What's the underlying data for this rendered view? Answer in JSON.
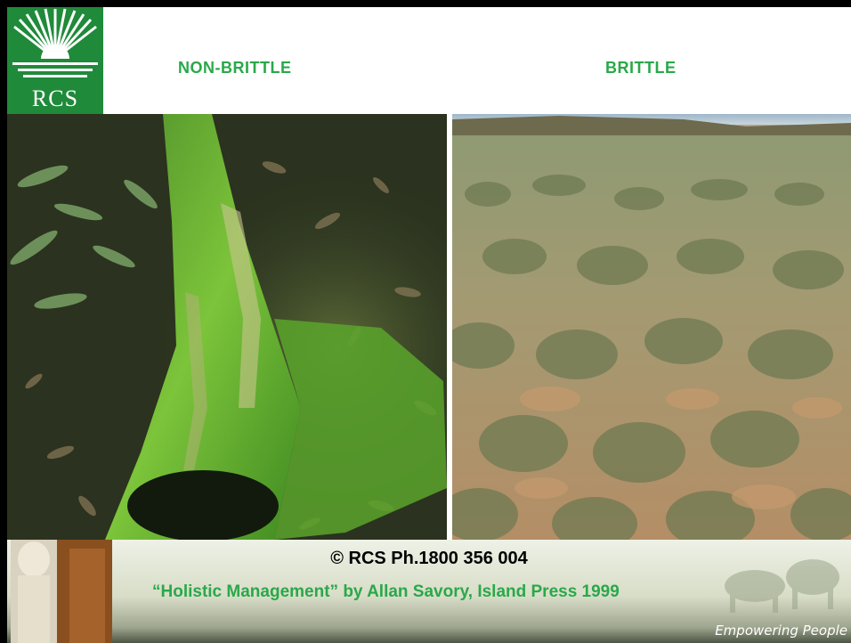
{
  "logo": {
    "text": "RCS"
  },
  "headings": {
    "left": "NON-BRITTLE",
    "right": "BRITTLE"
  },
  "footer": {
    "copyright": "© RCS Ph.1800 356 004",
    "reference": "“Holistic Management” by Allan Savory, Island Press 1999",
    "tagline": "Empowering People"
  },
  "colors": {
    "brand_green": "#2aa84a",
    "logo_green": "#1f8a3a",
    "frame": "#000000"
  },
  "images": {
    "left": "mossy-log-forest-photo",
    "right": "dry-grassland-photo"
  }
}
